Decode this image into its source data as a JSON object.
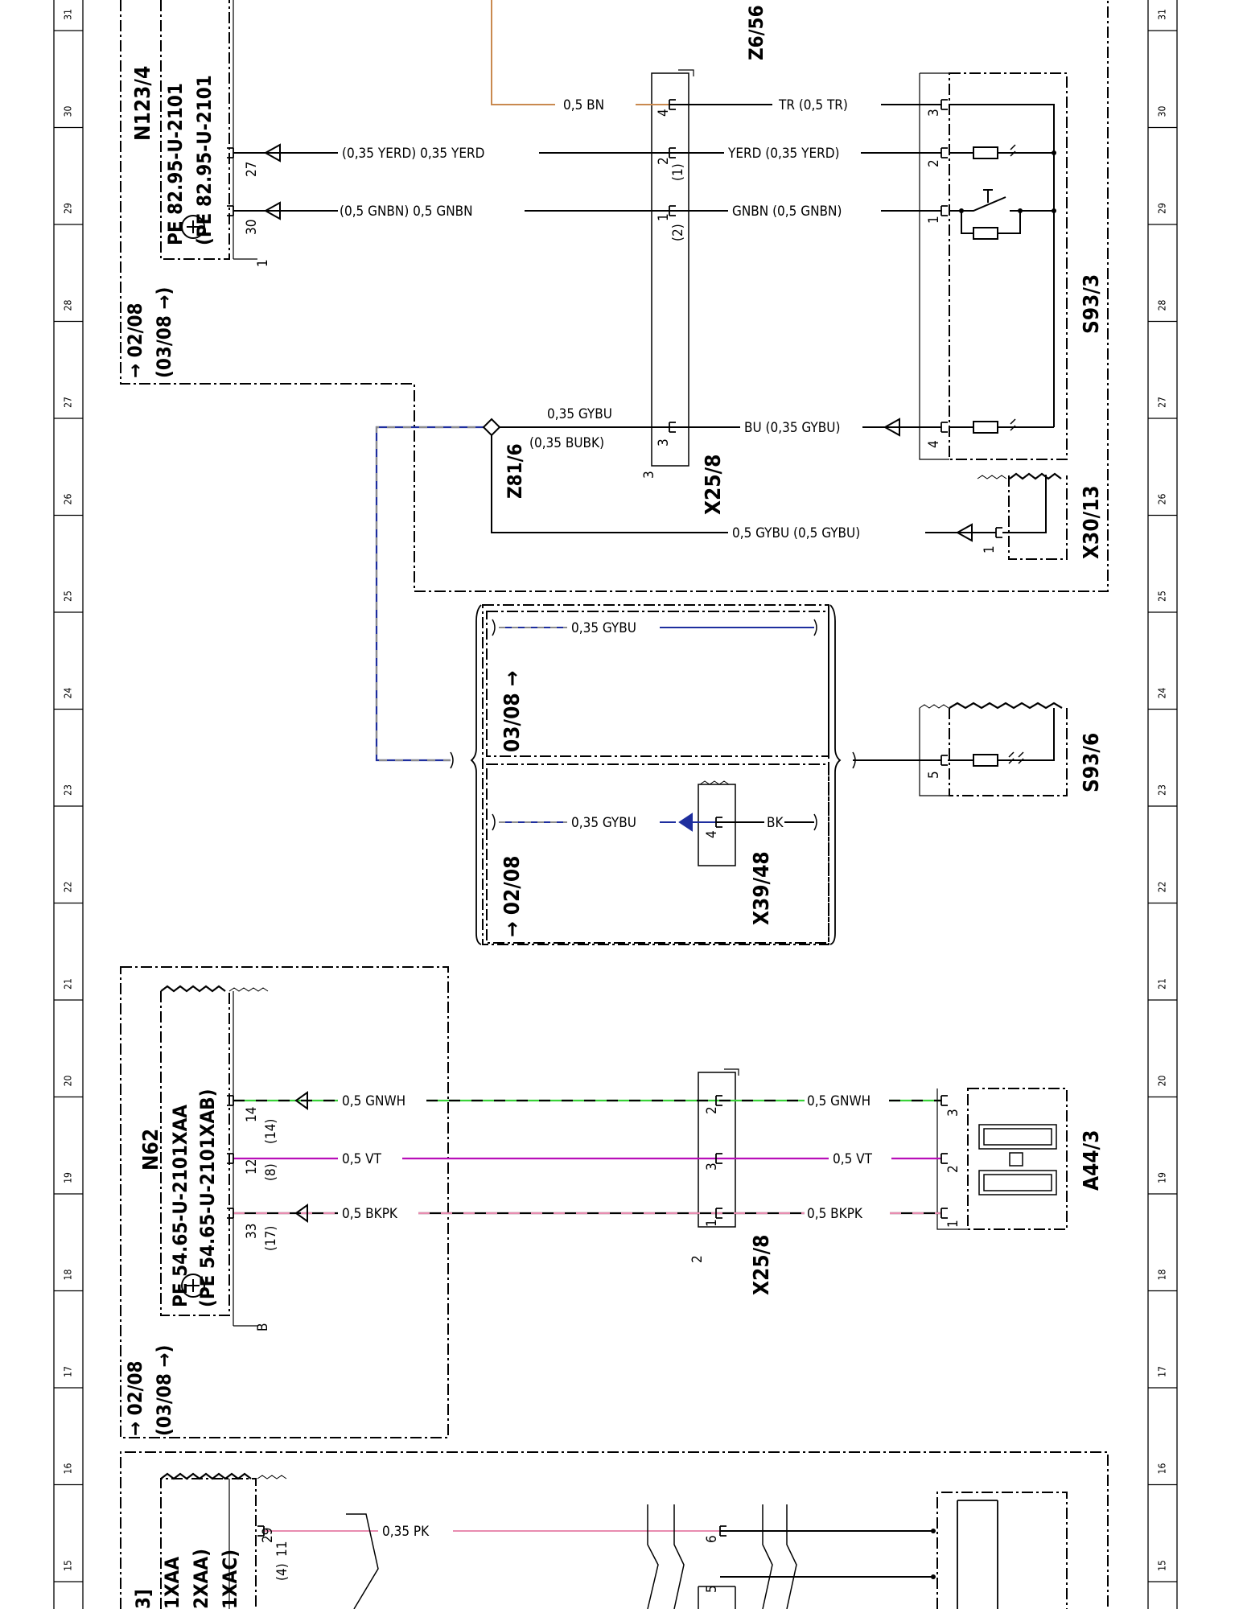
{
  "sheet": {
    "ruler_numbers": [
      "31",
      "30",
      "29",
      "28",
      "27",
      "26",
      "25",
      "24",
      "23",
      "22",
      "21",
      "20",
      "19",
      "18",
      "17",
      "16",
      "15"
    ]
  },
  "components": {
    "n123": {
      "designation": "N123/4",
      "part_number_1": "PE 82.95-U-2101",
      "part_number_2": "(PE 82.95-U-2101",
      "validity_1": "→ 02/08",
      "validity_2": "(03/08 →)",
      "terminal_a": "27",
      "terminal_b": "30",
      "ground_ref": "1"
    },
    "z6_56": {
      "designation": "Z6/56"
    },
    "s93_3": {
      "designation": "S93/3",
      "pins": [
        "3",
        "2",
        "1",
        "4"
      ]
    },
    "x25_8_top": {
      "designation": "X25/8",
      "ref": "3",
      "pins": [
        "4",
        "2",
        "(1)",
        "1",
        "(2)",
        "3"
      ]
    },
    "z81_6": {
      "designation": "Z81/6"
    },
    "x30_13": {
      "designation": "X30/13",
      "pin": "1"
    },
    "s93_6": {
      "designation": "S93/6",
      "pin": "5"
    },
    "x39_48": {
      "designation": "X39/48",
      "pin": "4"
    },
    "option_box": {
      "validity_a": "03/08 →",
      "validity_b": "→ 02/08"
    },
    "n62": {
      "designation": "N62",
      "part_number_1": "PE 54.65-U-2101XAA",
      "part_number_2": "(PE 54.65-U-2101XAB)",
      "validity_1": "→ 02/08",
      "validity_2": "(03/08 →)",
      "pins": [
        "14",
        "(14)",
        "12",
        "(8)",
        "33",
        "(17)"
      ],
      "ground_ref": "B"
    },
    "x25_8_bottom": {
      "designation": "X25/8",
      "ref": "2",
      "pins": [
        "2",
        "3",
        "1"
      ]
    },
    "a44_3": {
      "designation": "A44/3",
      "pins": [
        "3",
        "2",
        "1"
      ]
    },
    "lower_unit": {
      "line_1": "3]",
      "line_2": "1XAA",
      "line_3": "2XAA)",
      "line_4": "1XAC)",
      "pins": [
        "29",
        "(4)",
        "11"
      ],
      "connector_pins": [
        "6",
        "5"
      ]
    }
  },
  "wires": {
    "bn": "0,5 BN",
    "tr": "TR (0,5 TR)",
    "yerd_left": "(0,35 YERD) 0,35 YERD",
    "yerd_right": "YERD (0,35 YERD)",
    "gnbn_left": "(0,5 GNBN) 0,5 GNBN",
    "gnbn_right": "GNBN (0,5 GNBN)",
    "gybu_bubk_1": "0,35 GYBU",
    "gybu_bubk_2": "(0,35 BUBK)",
    "bu_gybu": "BU (0,35 GYBU)",
    "x30_wire": "0,5 GYBU (0,5 GYBU)",
    "gybu_upper": "0,35 GYBU",
    "gybu_lower": "0,35 GYBU",
    "bk": "BK",
    "gnwh_left": "0,5 GNWH",
    "gnwh_right": "0,5 GNWH",
    "vt_left": "0,5 VT",
    "vt_right": "0,5 VT",
    "bkpk_left": "0,5 BKPK",
    "bkpk_right": "0,5 BKPK",
    "pk": "0,35 PK"
  },
  "colors": {
    "brown": "#c9894f",
    "green": "#39d239",
    "violet": "#b80fb8",
    "pink": "#e88cb0",
    "blue": "#1e2e9e",
    "grey": "#8c8c8c"
  }
}
